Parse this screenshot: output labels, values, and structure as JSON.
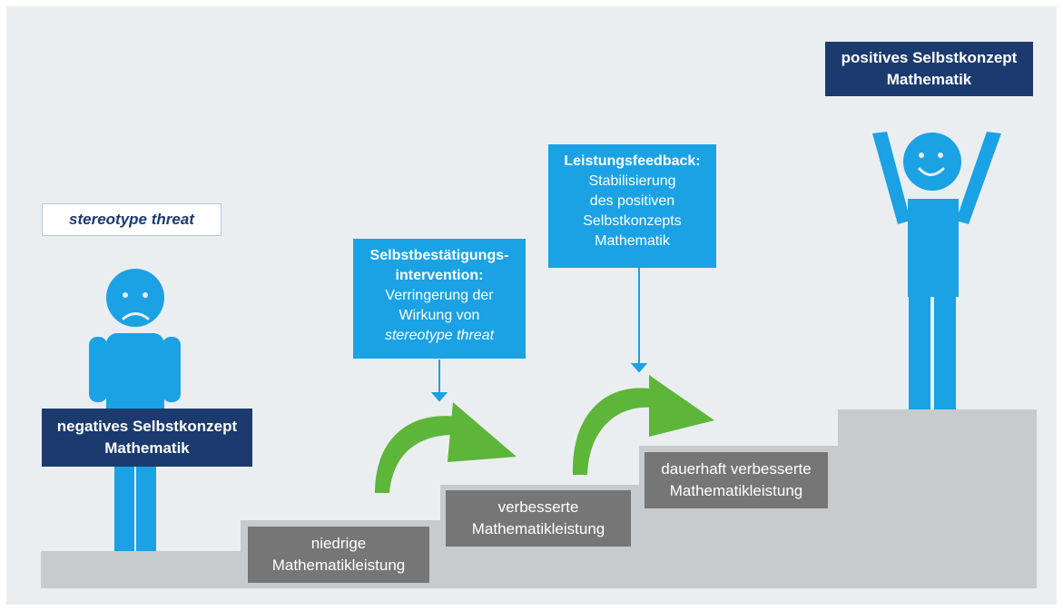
{
  "figure": {
    "colors": {
      "background": "#ebeef0",
      "stairs": "#c8cbcd",
      "person": "#1aa2e4",
      "navy": "#1b3a6e",
      "step_label": "#767676",
      "arrow_green": "#5db53a",
      "intervention_box": "#1aa2e4"
    },
    "left_person": {
      "icon": "sad-person-icon",
      "threat_label": "stereotype threat",
      "self_concept_line1": "negatives Selbstkonzept",
      "self_concept_line2": "Mathematik"
    },
    "right_person": {
      "icon": "happy-person-cheering-icon",
      "self_concept_line1": "positives Selbstkonzept",
      "self_concept_line2": "Mathematik"
    },
    "steps": [
      {
        "line1": "niedrige",
        "line2": "Mathematikleistung"
      },
      {
        "line1": "verbesserte",
        "line2": "Mathematikleistung"
      },
      {
        "line1": "dauerhaft verbesserte",
        "line2": "Mathematikleistung"
      }
    ],
    "intervention_1": {
      "title_line1": "Selbstbestätigungs-",
      "title_line2": "intervention:",
      "text_line1": "Verringerung der",
      "text_line2": "Wirkung von",
      "text_line3": "stereotype threat"
    },
    "intervention_2": {
      "title_line1": "Leistungsfeedback:",
      "text_line1": "Stabilisierung",
      "text_line2": "des positiven",
      "text_line3": "Selbstkonzepts",
      "text_line4": "Mathematik"
    }
  }
}
